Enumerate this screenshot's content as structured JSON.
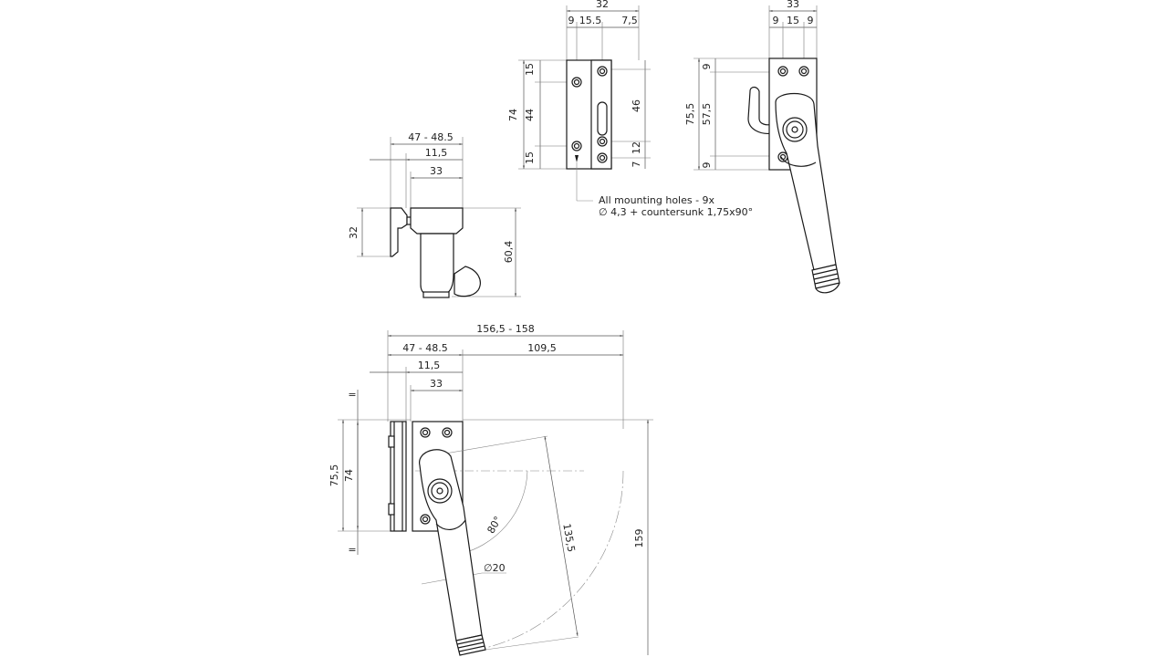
{
  "side_view": {
    "dim_top": "47 - 48.5",
    "dim_mid": "11,5",
    "dim_low": "33",
    "dim_left": "32",
    "dim_right": "60,4"
  },
  "front_view": {
    "dim_top": "32",
    "dim_sub1": "9",
    "dim_sub2": "15.5",
    "dim_sub3": "7,5",
    "dim_left_outer": "74",
    "dim_left_top": "15",
    "dim_left_mid": "44",
    "dim_left_bottom": "15",
    "dim_right_mid": "46",
    "dim_right_12": "12",
    "dim_right_7": "7",
    "note_line1": "All mounting holes - 9x",
    "note_line2": "∅ 4,3 + countersunk 1,75x90°"
  },
  "hook_view": {
    "dim_top": "33",
    "dim_sub1": "9",
    "dim_sub2": "15",
    "dim_sub3": "9",
    "dim_left_outer": "75,5",
    "dim_left_inner": "57,5",
    "dim_left_top": "9",
    "dim_left_bottom": "9"
  },
  "plan_view": {
    "dim_total": "156,5 - 158",
    "dim_a": "47 - 48.5",
    "dim_b": "109,5",
    "dim_c": "11,5",
    "dim_d": "33",
    "dim_eq_top": "=",
    "dim_eq_bottom": "=",
    "dim_left_outer": "75,5",
    "dim_left_inner": "74",
    "angle": "80°",
    "diameter": "∅20",
    "dim_radius": "135,5",
    "dim_height": "159"
  }
}
